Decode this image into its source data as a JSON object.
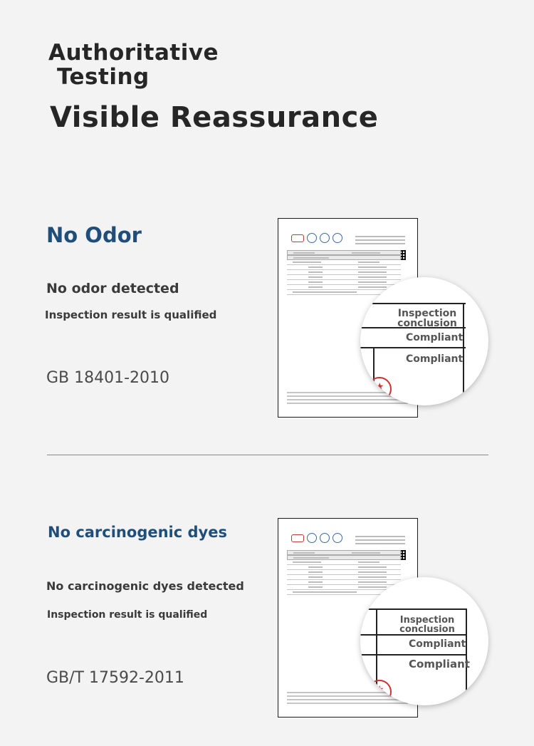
{
  "hero": {
    "line1": "Authoritative",
    "line2": "Testing",
    "line3": "Visible Reassurance"
  },
  "sections": [
    {
      "title": "No Odor",
      "detected": "No odor detected",
      "result": "Inspection result is qualified",
      "standard": "GB 18401-2010",
      "magnifier": {
        "header": "Inspection conclusion",
        "rows": [
          "Compliant",
          "Compliant"
        ]
      }
    },
    {
      "title": "No carcinogenic dyes",
      "detected": "No carcinogenic dyes detected",
      "result": "Inspection result is qualified",
      "standard": "GB/T 17592-2011",
      "magnifier": {
        "header": "Inspection conclusion",
        "rows": [
          "Compliant",
          "Compliant"
        ]
      }
    }
  ],
  "colors": {
    "title_blue": "#1f4e7a",
    "background": "#f3f3f3",
    "stamp_red": "#d23030"
  }
}
